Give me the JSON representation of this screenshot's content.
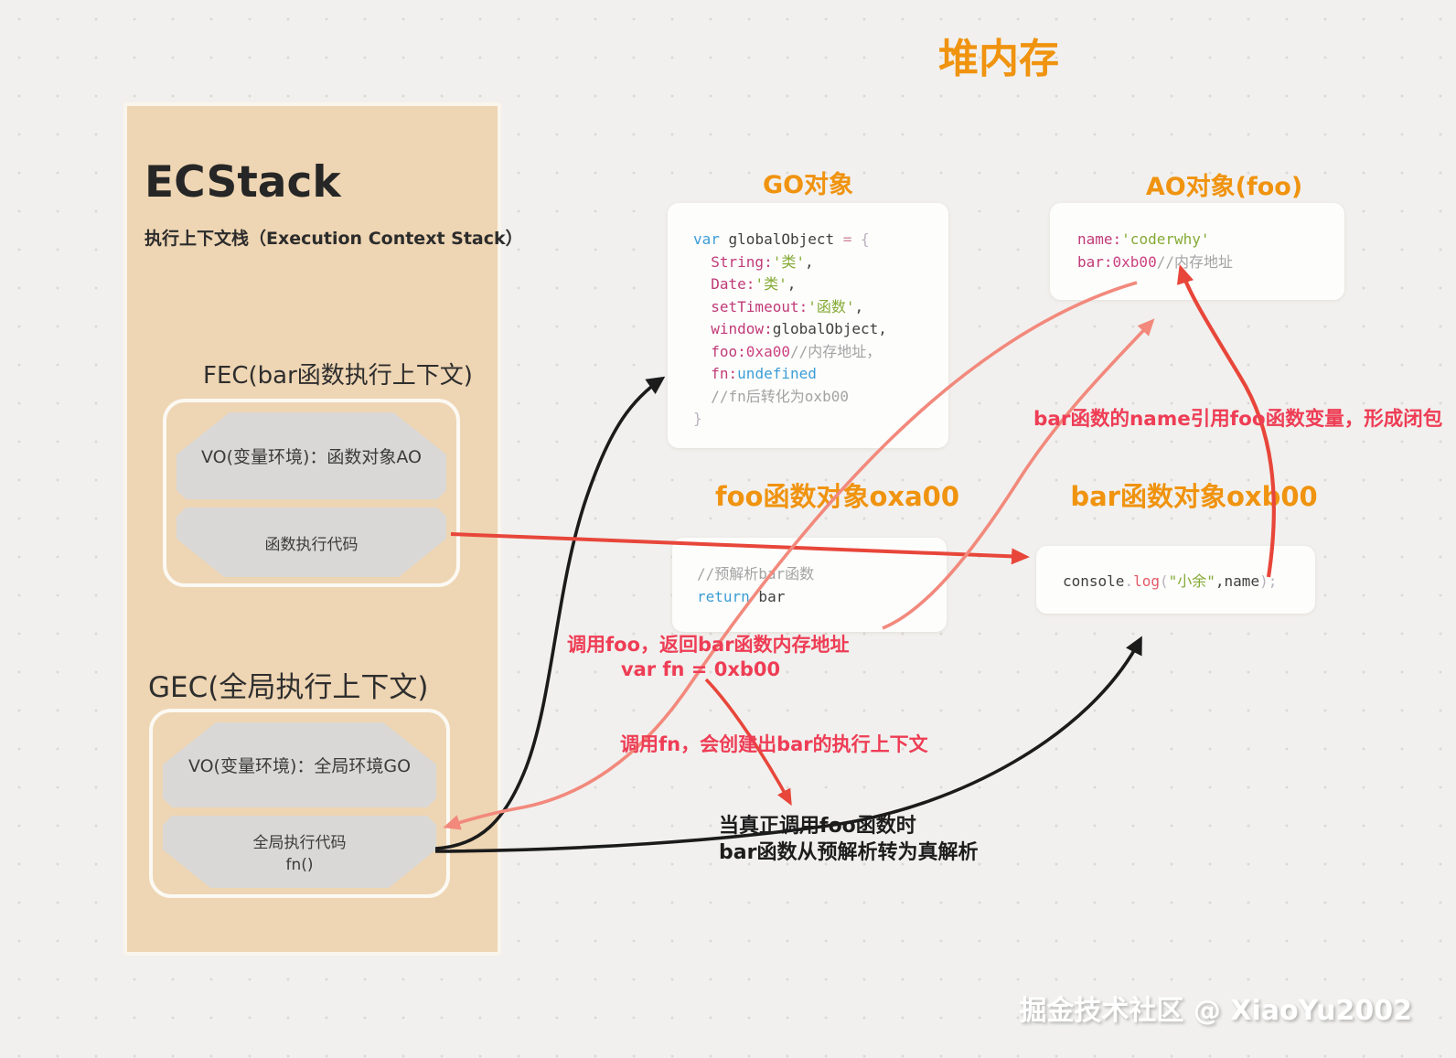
{
  "heap_title": "堆内存",
  "watermark": "掘金技术社区 @ XiaoYu2002",
  "ecstack": {
    "title": "ECStack",
    "subtitle": "执行上下文栈（Execution Context Stack）",
    "fec": {
      "label": "FEC(bar函数执行上下文)",
      "vo_label": "VO(变量环境)：函数对象AO",
      "code_label": "函数执行代码"
    },
    "gec": {
      "label": "GEC(全局执行上下文)",
      "vo_label": "VO(变量环境)：全局环境GO",
      "code_line1": "全局执行代码",
      "code_line2": "fn()"
    }
  },
  "heap": {
    "go": {
      "title": "GO对象",
      "code": [
        [
          {
            "c": "kw",
            "t": "var"
          },
          {
            "c": "plain",
            "t": " globalObject "
          },
          {
            "c": "op",
            "t": "="
          },
          {
            "c": "pun",
            "t": " {"
          }
        ],
        [
          {
            "c": "prop",
            "t": "  String:"
          },
          {
            "c": "str",
            "t": "'类'"
          },
          {
            "c": "plain",
            "t": ","
          }
        ],
        [
          {
            "c": "prop",
            "t": "  Date:"
          },
          {
            "c": "str",
            "t": "'类'"
          },
          {
            "c": "plain",
            "t": ","
          }
        ],
        [
          {
            "c": "prop",
            "t": "  setTimeout:"
          },
          {
            "c": "str",
            "t": "'函数'"
          },
          {
            "c": "plain",
            "t": ","
          }
        ],
        [
          {
            "c": "prop",
            "t": "  window:"
          },
          {
            "c": "plain",
            "t": "globalObject,"
          }
        ],
        [
          {
            "c": "prop",
            "t": "  foo:"
          },
          {
            "c": "val",
            "t": "0xa00"
          },
          {
            "c": "cmt",
            "t": "//内存地址，"
          }
        ],
        [
          {
            "c": "prop",
            "t": "  fn:"
          },
          {
            "c": "kw",
            "t": "undefined"
          }
        ],
        [
          {
            "c": "cmt",
            "t": "  //fn后转化为oxb00"
          }
        ],
        [
          {
            "c": "pun",
            "t": "}"
          }
        ]
      ]
    },
    "ao": {
      "title": "AO对象(foo)",
      "code": [
        [
          {
            "c": "prop",
            "t": "name:"
          },
          {
            "c": "str",
            "t": "'coderwhy'"
          }
        ],
        [
          {
            "c": "prop",
            "t": "bar:"
          },
          {
            "c": "val",
            "t": "0xb00"
          },
          {
            "c": "cmt",
            "t": "//内存地址"
          }
        ]
      ]
    },
    "foo": {
      "title": "foo函数对象oxa00",
      "code": [
        [
          {
            "c": "cmt",
            "t": "//预解析bar函数"
          }
        ],
        [
          {
            "c": "kw",
            "t": "return"
          },
          {
            "c": "plain",
            "t": " bar"
          }
        ]
      ]
    },
    "bar": {
      "title": "bar函数对象oxb00",
      "code": [
        [
          {
            "c": "plain",
            "t": "console"
          },
          {
            "c": "pun",
            "t": "."
          },
          {
            "c": "fnred",
            "t": "log"
          },
          {
            "c": "pun",
            "t": "("
          },
          {
            "c": "str",
            "t": "\"小余\""
          },
          {
            "c": "plain",
            "t": ",name"
          },
          {
            "c": "pun",
            "t": ");"
          }
        ]
      ]
    }
  },
  "annotations": {
    "closure": "bar函数的name引用foo函数变量，形成闭包",
    "call_foo_line1": "调用foo，返回bar函数内存地址",
    "call_foo_line2": "var fn = 0xb00",
    "call_fn": "调用fn，会创建出bar的执行上下文",
    "real_parse_line1": "当真正调用foo函数时",
    "real_parse_line2": "bar函数从预解析转为真解析"
  },
  "colors": {
    "background": "#f1f0ee",
    "panel_tan": "#eed5b3",
    "accent_orange": "#f0930f",
    "note_red": "#ee3d55",
    "arrow_red": "#e8463a",
    "arrow_salmon": "#f2897c",
    "arrow_black": "#1b1b1b",
    "shape_gray": "#d9d8d6",
    "code_keyword_blue": "#3b9dd6",
    "code_property_crimson": "#c03b77",
    "code_string_green": "#85aa34",
    "code_comment_gray": "#a3a3a3"
  }
}
